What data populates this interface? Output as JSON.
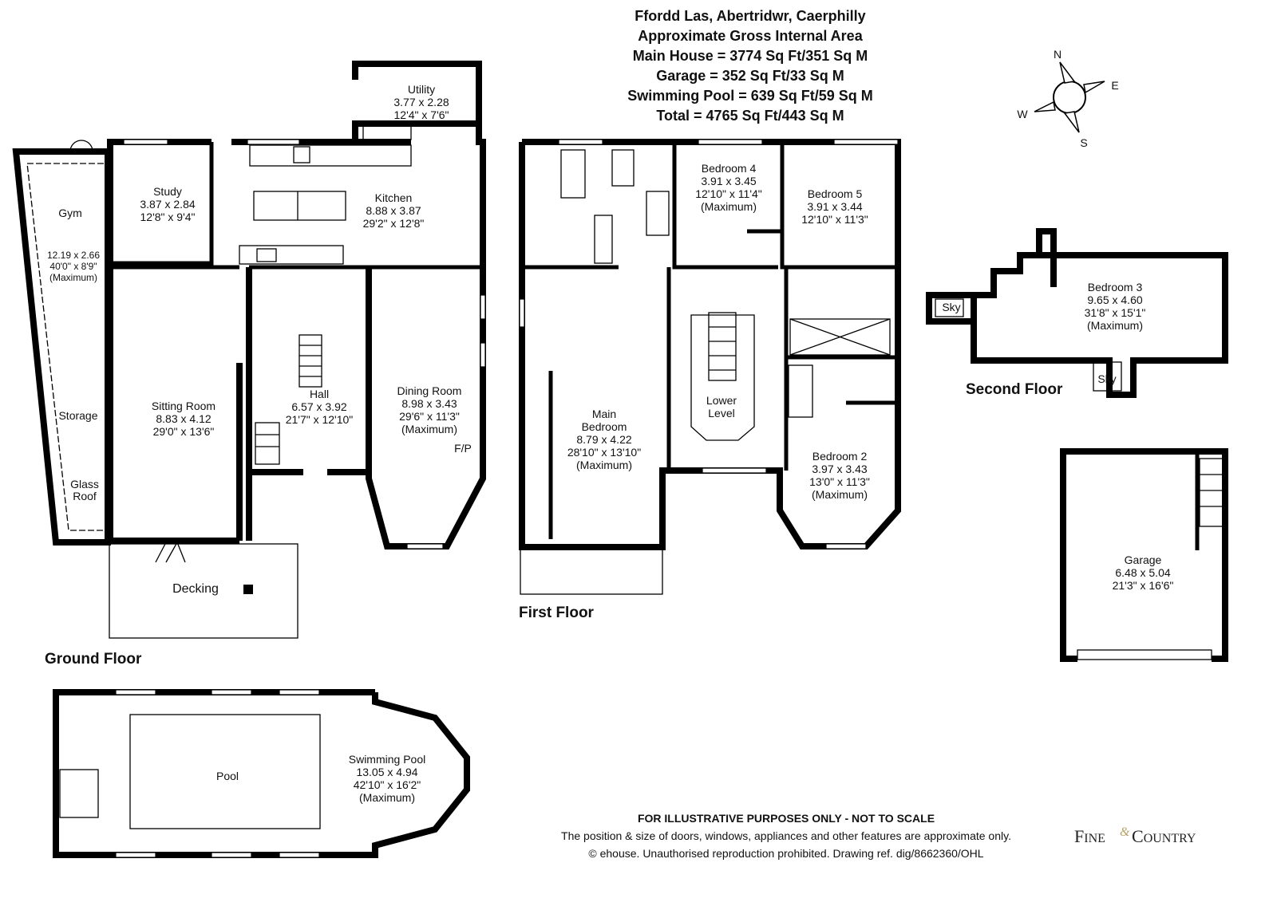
{
  "header": {
    "address": "Ffordd Las, Abertridwr, Caerphilly",
    "subtitle": "Approximate Gross Internal Area",
    "main_house": "Main House = 3774 Sq Ft/351 Sq M",
    "garage": "Garage = 352 Sq Ft/33 Sq M",
    "pool": "Swimming Pool = 639 Sq Ft/59 Sq M",
    "total": "Total = 4765 Sq Ft/443 Sq M"
  },
  "compass": {
    "n": "N",
    "e": "E",
    "s": "S",
    "w": "W"
  },
  "floors": {
    "ground": "Ground Floor",
    "first": "First Floor",
    "second": "Second Floor"
  },
  "rooms": {
    "utility": [
      "Utility",
      "3.77 x 2.28",
      "12'4\" x 7'6\""
    ],
    "study": [
      "Study",
      "3.87 x 2.84",
      "12'8\" x 9'4\""
    ],
    "kitchen": [
      "Kitchen",
      "8.88 x 3.87",
      "29'2\" x 12'8\""
    ],
    "gym": [
      "Gym",
      "12.19 x 2.66",
      "40'0\" x 8'9\"",
      "(Maximum)"
    ],
    "storage": "Storage",
    "glass_roof": [
      "Glass",
      "Roof"
    ],
    "sitting": [
      "Sitting Room",
      "8.83 x 4.12",
      "29'0\" x 13'6\""
    ],
    "hall": [
      "Hall",
      "6.57 x 3.92",
      "21'7\" x 12'10\""
    ],
    "dining": [
      "Dining Room",
      "8.98 x 3.43",
      "29'6\" x 11'3\"",
      "(Maximum)"
    ],
    "fp": "F/P",
    "decking": "Decking",
    "bedroom4": [
      "Bedroom 4",
      "3.91 x 3.45",
      "12'10\" x 11'4\"",
      "(Maximum)"
    ],
    "bedroom5": [
      "Bedroom 5",
      "3.91 x 3.44",
      "12'10\" x 11'3\""
    ],
    "main_bedroom": [
      "Main",
      "Bedroom",
      "8.79 x 4.22",
      "28'10\" x 13'10\"",
      "(Maximum)"
    ],
    "lower_level": [
      "Lower",
      "Level"
    ],
    "bedroom2": [
      "Bedroom 2",
      "3.97 x 3.43",
      "13'0\" x 11'3\"",
      "(Maximum)"
    ],
    "bedroom3": [
      "Bedroom 3",
      "9.65 x 4.60",
      "31'8\" x 15'1\"",
      "(Maximum)"
    ],
    "sky": "Sky",
    "garage": [
      "Garage",
      "6.48 x 5.04",
      "21'3\" x 16'6\""
    ],
    "pool_tank": "Pool",
    "swimming_pool": [
      "Swimming Pool",
      "13.05 x 4.94",
      "42'10\" x 16'2\"",
      "(Maximum)"
    ]
  },
  "footer": {
    "disclaimer": "FOR ILLUSTRATIVE PURPOSES ONLY - NOT TO SCALE",
    "line1": "The position & size of doors, windows, appliances and other features are approximate only.",
    "line2": "© ehouse. Unauthorised reproduction prohibited. Drawing ref. dig/8662360/OHL"
  },
  "logo": {
    "text": "Fine & Country",
    "color": "#b8a26a"
  }
}
